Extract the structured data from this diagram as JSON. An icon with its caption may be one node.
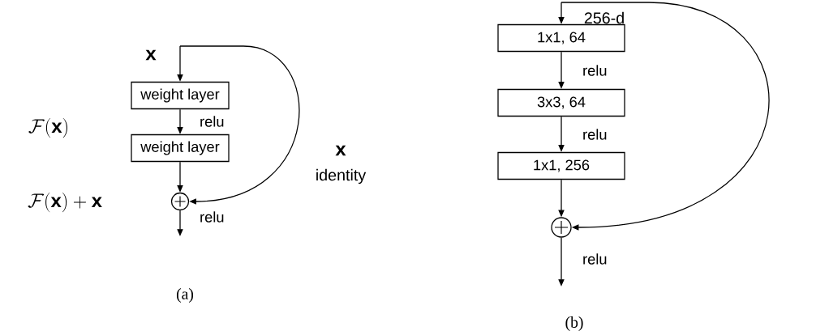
{
  "diagram": {
    "nodes": [
      {
        "text": [
          "weight layer"
        ]
      },
      {
        "text": [
          "weight layer"
        ]
      },
      {
        "text": [],
        "shape": "circle"
      },
      {
        "text": [
          "1x1, 64"
        ]
      },
      {
        "text": [
          "3x3, 64"
        ]
      },
      {
        "text": [
          "1x1, 256"
        ]
      },
      {
        "text": [],
        "shape": "circle"
      }
    ],
    "edges": [
      {
        "from": null,
        "to": 0,
        "arrow": "to"
      },
      {
        "from": 0,
        "to": 1,
        "arrow": "to",
        "label": "relu"
      },
      {
        "from": 1,
        "to": 2,
        "arrow": "to"
      },
      {
        "from": null,
        "to": 2,
        "arrow": "to"
      },
      {
        "from": 2,
        "to": null,
        "arrow": "to",
        "label": "relu"
      },
      {
        "from": null,
        "to": 3,
        "arrow": "to"
      },
      {
        "from": 3,
        "to": 4,
        "arrow": "to",
        "label": "relu"
      },
      {
        "from": 4,
        "to": 5,
        "arrow": "to",
        "label": "relu"
      },
      {
        "from": 5,
        "to": 6,
        "arrow": "to"
      },
      {
        "from": null,
        "to": 6,
        "arrow": "to"
      },
      {
        "from": 6,
        "to": null,
        "arrow": "to",
        "label": "relu"
      }
    ],
    "labels": [
      "\\mathbf{x}",
      "\\mathcal{F}(\\mathbf{x})",
      "\\mathbf{x}",
      "identity",
      "\\mathcal{F}(\\mathbf{x}) + \\mathbf{x}",
      "(a)",
      "256-d",
      "(b)"
    ]
  }
}
